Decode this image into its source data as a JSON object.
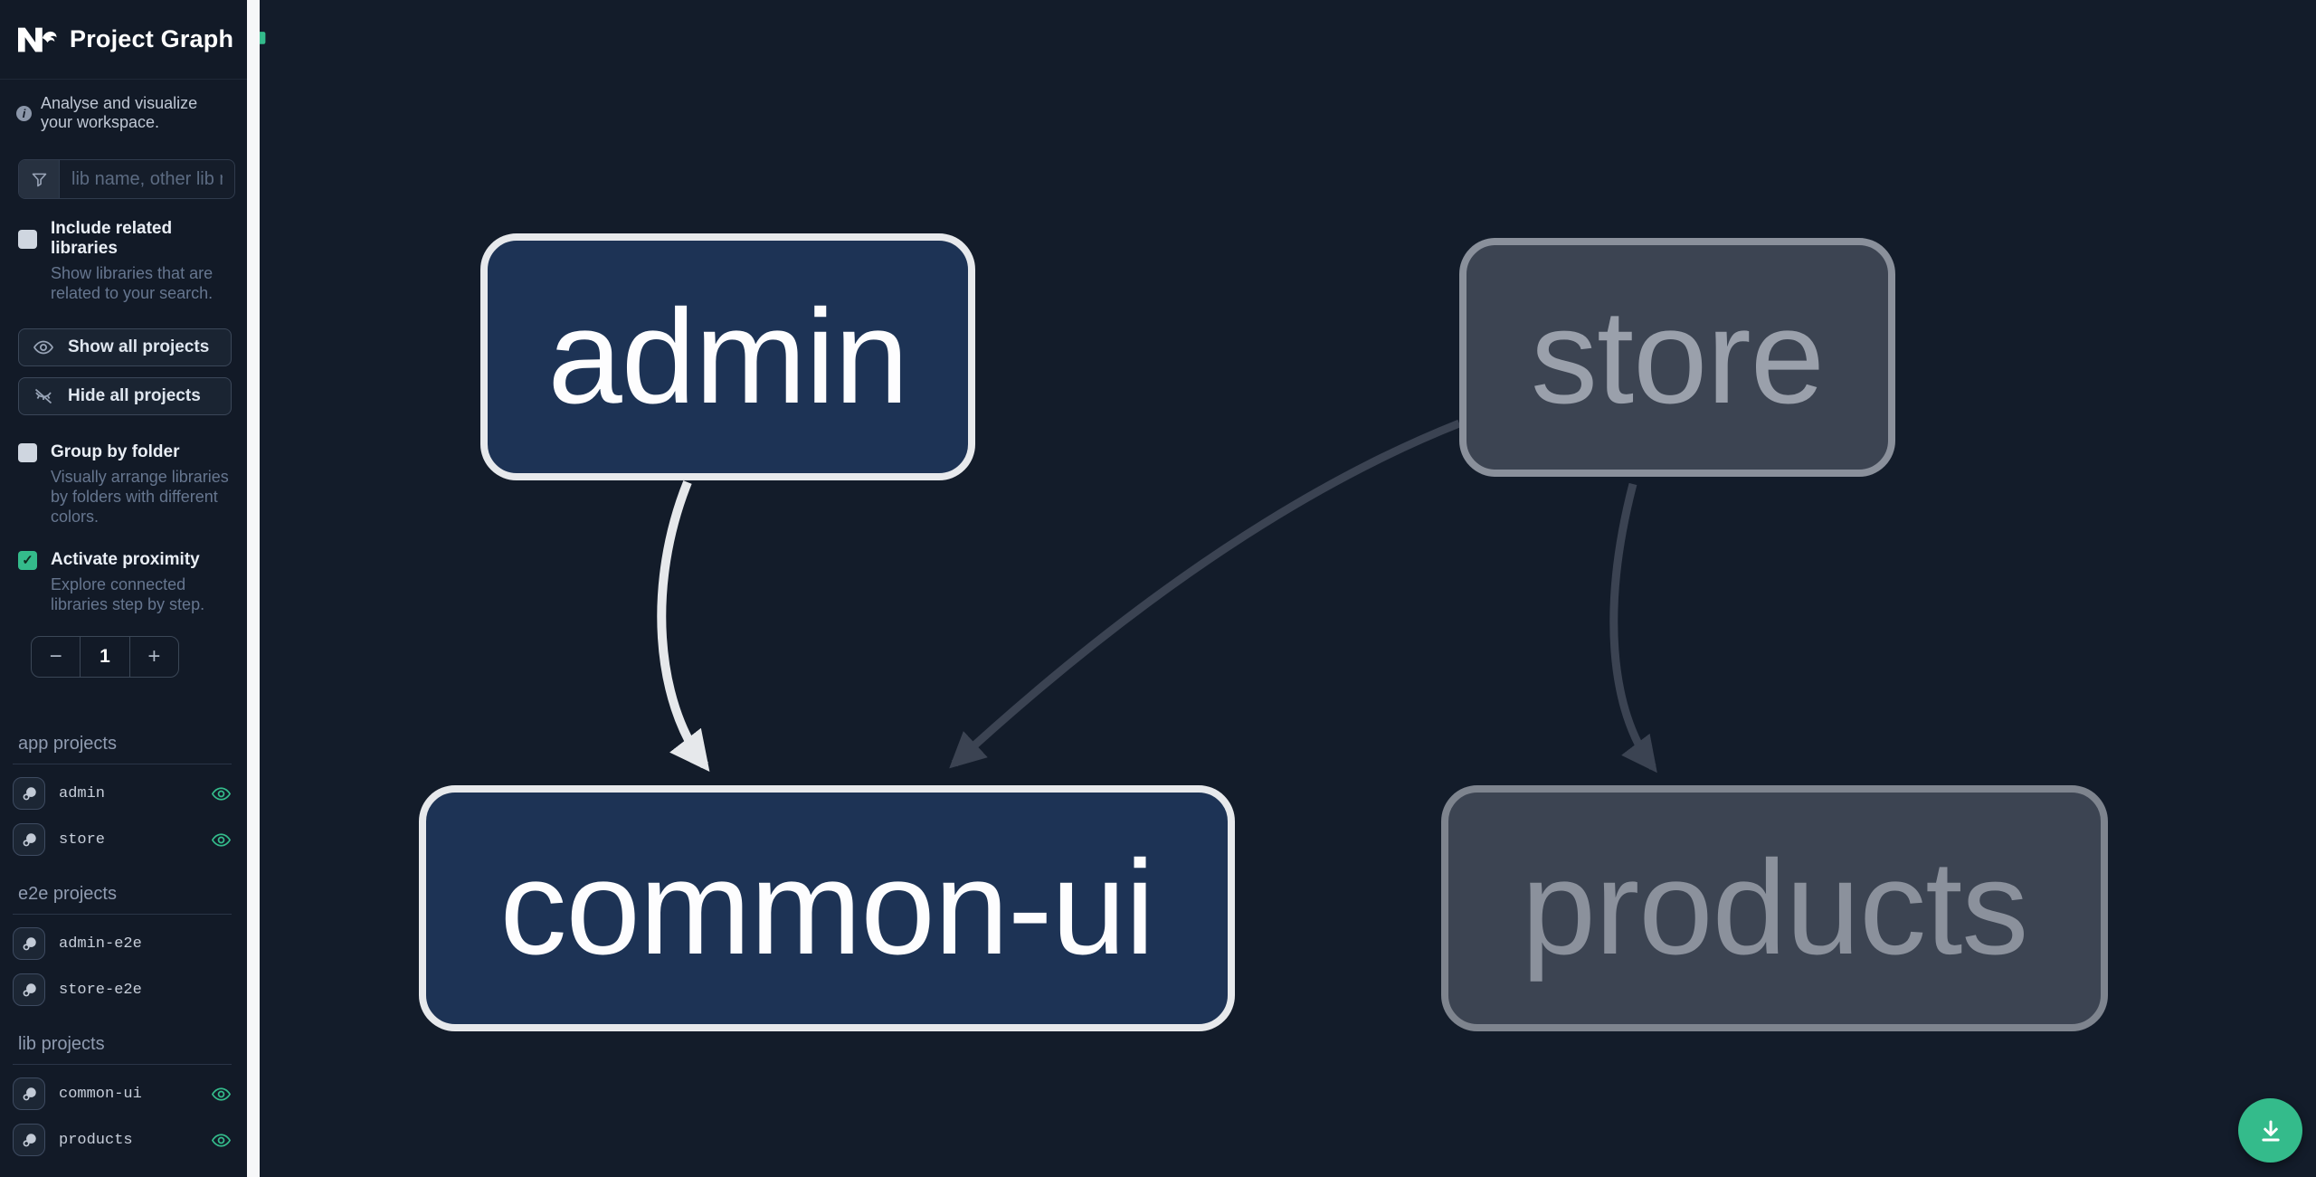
{
  "header": {
    "title": "Project Graph",
    "logo": "nx-logo",
    "status_icon": "monitor-icon"
  },
  "sidebar": {
    "tagline": "Analyse and visualize your workspace.",
    "search": {
      "placeholder": "lib name, other lib name",
      "value": "",
      "icon": "filter-icon"
    },
    "checkboxes": [
      {
        "label": "Include related libraries",
        "description": "Show libraries that are related to your search.",
        "checked": false
      },
      {
        "label": "Group by folder",
        "description": "Visually arrange libraries by folders with different colors.",
        "checked": false
      },
      {
        "label": "Activate proximity",
        "description": "Explore connected libraries step by step.",
        "checked": true
      }
    ],
    "buttons": [
      {
        "label": "Show all projects",
        "icon": "eye-icon"
      },
      {
        "label": "Hide all projects",
        "icon": "eye-off-icon"
      }
    ],
    "proximity": {
      "minus_label": "−",
      "value": "1",
      "plus_label": "+"
    },
    "sections": [
      {
        "title": "app projects",
        "items": [
          {
            "name": "admin",
            "visible": true
          },
          {
            "name": "store",
            "visible": true
          }
        ]
      },
      {
        "title": "e2e projects",
        "items": [
          {
            "name": "admin-e2e",
            "visible": false
          },
          {
            "name": "store-e2e",
            "visible": false
          }
        ]
      },
      {
        "title": "lib projects",
        "items": [
          {
            "name": "common-ui",
            "visible": true
          },
          {
            "name": "products",
            "visible": true
          }
        ]
      }
    ]
  },
  "graph": {
    "nodes": [
      {
        "id": "admin",
        "label": "admin",
        "type": "app",
        "state": "highlighted"
      },
      {
        "id": "store",
        "label": "store",
        "type": "app",
        "state": "dimmed"
      },
      {
        "id": "common-ui",
        "label": "common-ui",
        "type": "lib",
        "state": "highlighted"
      },
      {
        "id": "products",
        "label": "products",
        "type": "lib",
        "state": "dimmed"
      }
    ],
    "edges": [
      {
        "source": "admin",
        "target": "common-ui",
        "state": "highlighted"
      },
      {
        "source": "store",
        "target": "common-ui",
        "state": "dimmed"
      },
      {
        "source": "store",
        "target": "products",
        "state": "dimmed"
      }
    ]
  },
  "fab": {
    "icon": "download-icon"
  },
  "icons": {
    "check": "✓",
    "info": "i"
  },
  "colors": {
    "accent": "#34bb8b",
    "sidebar_bg": "#121a27",
    "canvas_bg": "#131c2a",
    "gutter": "#f6f7f8",
    "node_highlight_fill": "#1d3355",
    "node_highlight_border": "#e7e9ec",
    "node_dim_fill": "#3c4452",
    "node_dim_border": "#8a909b",
    "edge_highlight": "#e6e8eb",
    "edge_dim": "#3b4352"
  }
}
